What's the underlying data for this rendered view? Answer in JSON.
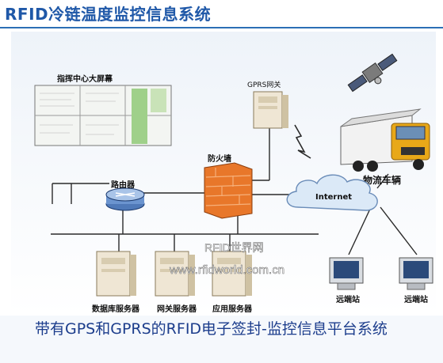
{
  "title": "RFID冷链温度监控信息系统",
  "labels": {
    "big_screen": "指挥中心大屏幕",
    "gprs_gateway": "GPRS网关",
    "firewall": "防火墙",
    "router": "路由器",
    "internet": "Internet",
    "truck": "物流车辆",
    "db_server": "数据库服务器",
    "net_server": "网关服务器",
    "app_server": "应用服务器",
    "remote_station_1": "远端站",
    "remote_station_2": "远端站"
  },
  "watermark": {
    "line1": "RFID世界网",
    "line2": "www.rfidworld.com.cn"
  },
  "caption": "带有GPS和GPRS的RFID电子签封-监控信息平台系统",
  "colors": {
    "title": "#1f58a8",
    "caption": "#1c3d8c",
    "firewall": "#e8772a",
    "cloud": "#dbe9f7",
    "truck_cab": "#e8a818"
  }
}
